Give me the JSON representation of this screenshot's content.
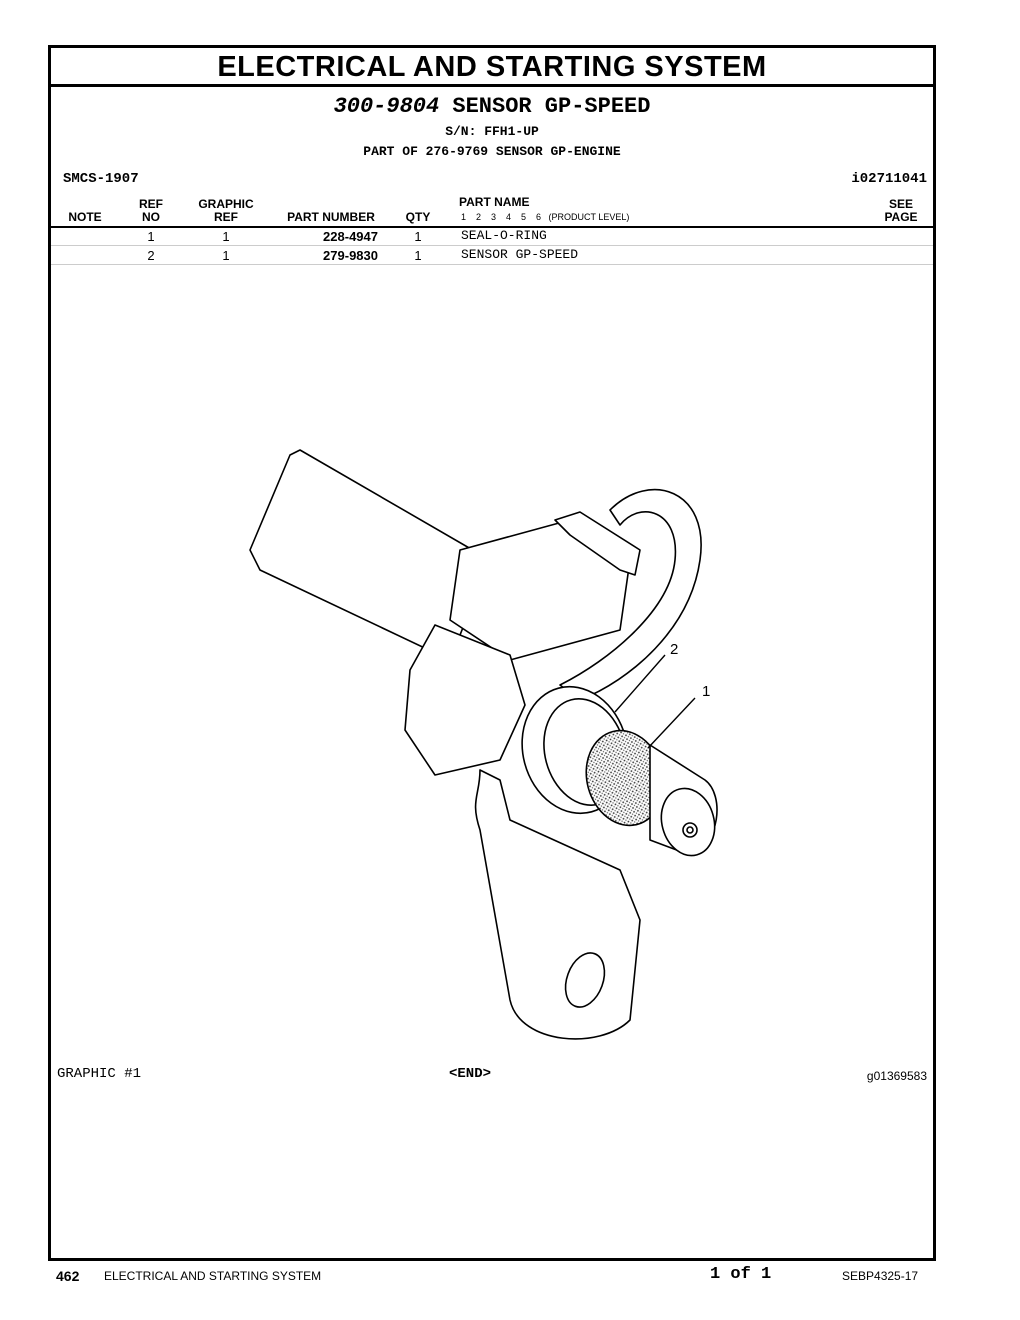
{
  "section_title": "ELECTRICAL AND STARTING SYSTEM",
  "group": {
    "part_number": "300-9804",
    "name": "SENSOR GP-SPEED",
    "serial": "S/N: FFH1-UP",
    "part_of": "PART OF 276-9769 SENSOR GP-ENGINE"
  },
  "smcs": "SMCS-1907",
  "illustration_ref": "i02711041",
  "columns": {
    "note": "NOTE",
    "ref_top": "REF",
    "ref_bottom": "NO",
    "graphic_top": "GRAPHIC",
    "graphic_bottom": "REF",
    "part_number": "PART NUMBER",
    "qty": "QTY",
    "part_name": "PART NAME",
    "levels": "1    2    3    4    5    6   (PRODUCT LEVEL)",
    "see_top": "SEE",
    "see_bottom": "PAGE"
  },
  "parts": [
    {
      "ref": "1",
      "graphic": "1",
      "part_number": "228-4947",
      "qty": "1",
      "name": "SEAL-O-RING"
    },
    {
      "ref": "2",
      "graphic": "1",
      "part_number": "279-9830",
      "qty": "1",
      "name": "SENSOR GP-SPEED"
    }
  ],
  "callouts": [
    "2",
    "1"
  ],
  "graphic_label": "GRAPHIC #1",
  "end_marker": "<END>",
  "graphic_id": "g01369583",
  "footer": {
    "page_number": "462",
    "section": "ELECTRICAL AND STARTING SYSTEM",
    "page_count": "1 of 1",
    "doc_id": "SEBP4325-17"
  }
}
